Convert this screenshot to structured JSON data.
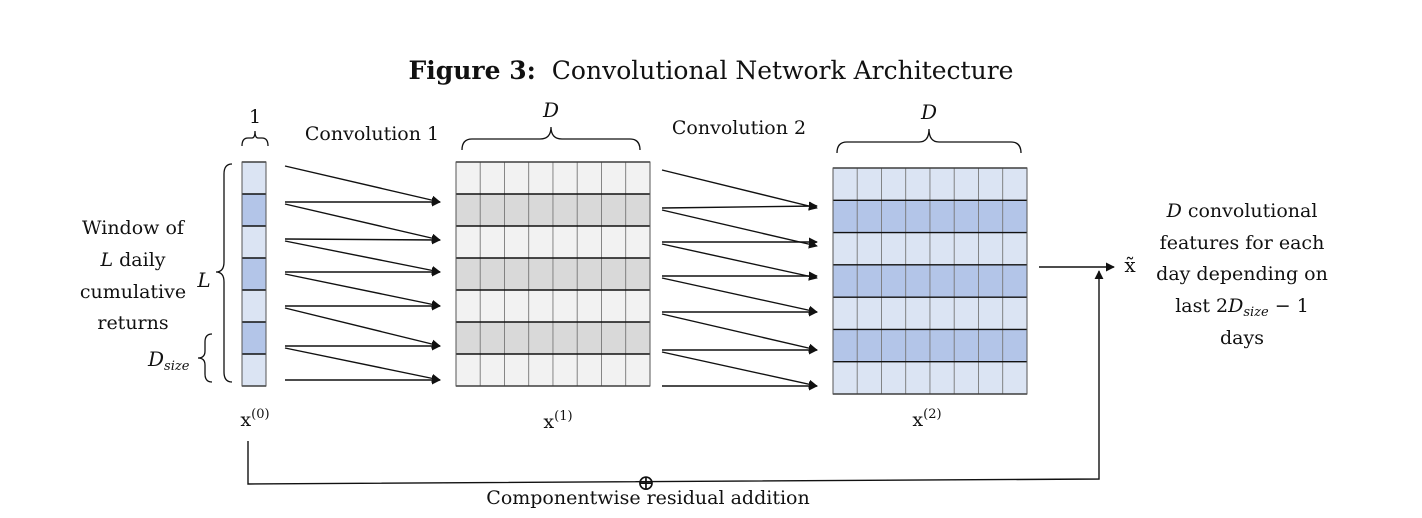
{
  "title": {
    "prefix": "Figure 3:",
    "text": "Convolutional Network Architecture"
  },
  "labels": {
    "col0_width": "1",
    "conv1": "Convolution 1",
    "conv2": "Convolution 2",
    "D_top1": "D",
    "D_top2": "D",
    "L": "L",
    "D_size_base": "D",
    "D_size_sub": "size",
    "x0_base": "x",
    "x0_sup": "(0)",
    "x1_base": "x",
    "x1_sup": "(1)",
    "x2_base": "x",
    "x2_sup": "(2)",
    "x_tilde": "x̃",
    "oplus": "⊕",
    "residual": "Componentwise residual addition"
  },
  "left_description": [
    "Window of",
    "L daily",
    "cumulative",
    "returns"
  ],
  "right_description": {
    "line1_italic": "D",
    "line1_rest": " convolutional",
    "line2": "features for each",
    "line3": "day depending on",
    "line4_pre": "last 2",
    "line4_D": "D",
    "line4_sub": "size",
    "line4_post": " − 1",
    "line5": "days"
  },
  "matrix_x0": {
    "rows": 7,
    "cols": 1,
    "row_shades": [
      "light",
      "dark",
      "light",
      "dark",
      "light",
      "dark",
      "light"
    ]
  },
  "matrix_x1": {
    "rows": 7,
    "cols": 8,
    "row_shades": [
      "light",
      "dark",
      "light",
      "dark",
      "light",
      "dark",
      "light"
    ]
  },
  "matrix_x2": {
    "rows": 7,
    "cols": 8,
    "row_shades": [
      "light",
      "dark",
      "light",
      "dark",
      "light",
      "dark",
      "light"
    ]
  },
  "colors": {
    "blue_light": "#dbe4f3",
    "blue_dark": "#b3c5e8",
    "gray_light": "#f2f2f2",
    "gray_dark": "#d9d9d9",
    "line": "#111111"
  }
}
